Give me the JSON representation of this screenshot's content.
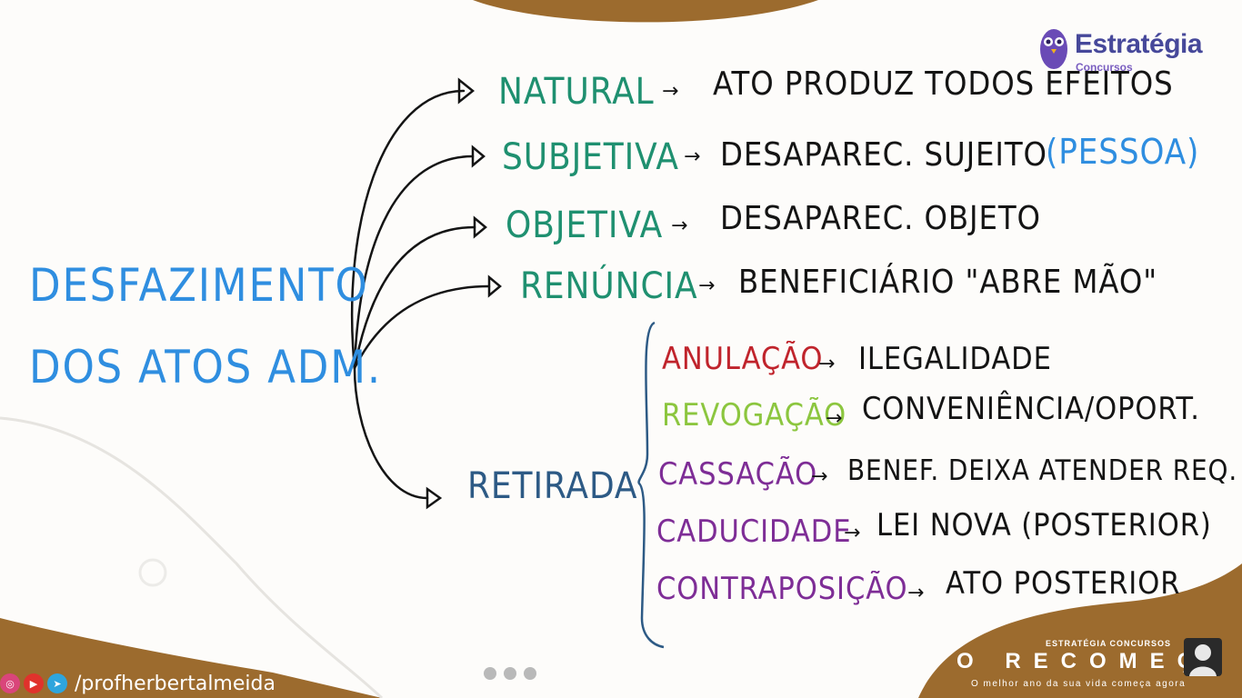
{
  "brand": {
    "name": "Estratégia",
    "sub": "Concursos"
  },
  "root": {
    "line1": "DESFAZIMENTO",
    "line2": "DOS ATOS ADM."
  },
  "branches": [
    {
      "label": "NATURAL",
      "desc": "ATO PRODUZ TODOS EFEITOS"
    },
    {
      "label": "SUBJETIVA",
      "desc": "DESAPAREC. SUJEITO",
      "note": "(PESSOA)"
    },
    {
      "label": "OBJETIVA",
      "desc": "DESAPAREC. OBJETO"
    },
    {
      "label": "RENÚNCIA",
      "desc": "BENEFICIÁRIO \"ABRE MÃO\""
    },
    {
      "label": "RETIRADA"
    }
  ],
  "retirada_items": [
    {
      "label": "ANULAÇÃO",
      "desc": "ILEGALIDADE",
      "color": "#c0242c"
    },
    {
      "label": "REVOGAÇÃO",
      "desc": "CONVENIÊNCIA/OPORT.",
      "color": "#8cc63f"
    },
    {
      "label": "CASSAÇÃO",
      "desc": "BENEF. DEIXA ATENDER REQ.",
      "color": "#7e2d96"
    },
    {
      "label": "CADUCIDADE",
      "desc": "LEI NOVA (POSTERIOR)",
      "color": "#7e2d96"
    },
    {
      "label": "CONTRAPOSIÇÃO",
      "desc": "ATO POSTERIOR",
      "color": "#7e2d96"
    }
  ],
  "colors": {
    "accent_brown": "#9c6b2e",
    "root_blue": "#2f8ee0",
    "branch_green": "#1f9070",
    "retirada_navy": "#2d5a85"
  },
  "footer": {
    "handle": "/profherbertalmeida",
    "promo_top": "ESTRATÉGIA CONCURSOS",
    "promo_main": "O RECOMEÇO",
    "promo_tagline": "O melhor ano da sua vida começa agora"
  }
}
